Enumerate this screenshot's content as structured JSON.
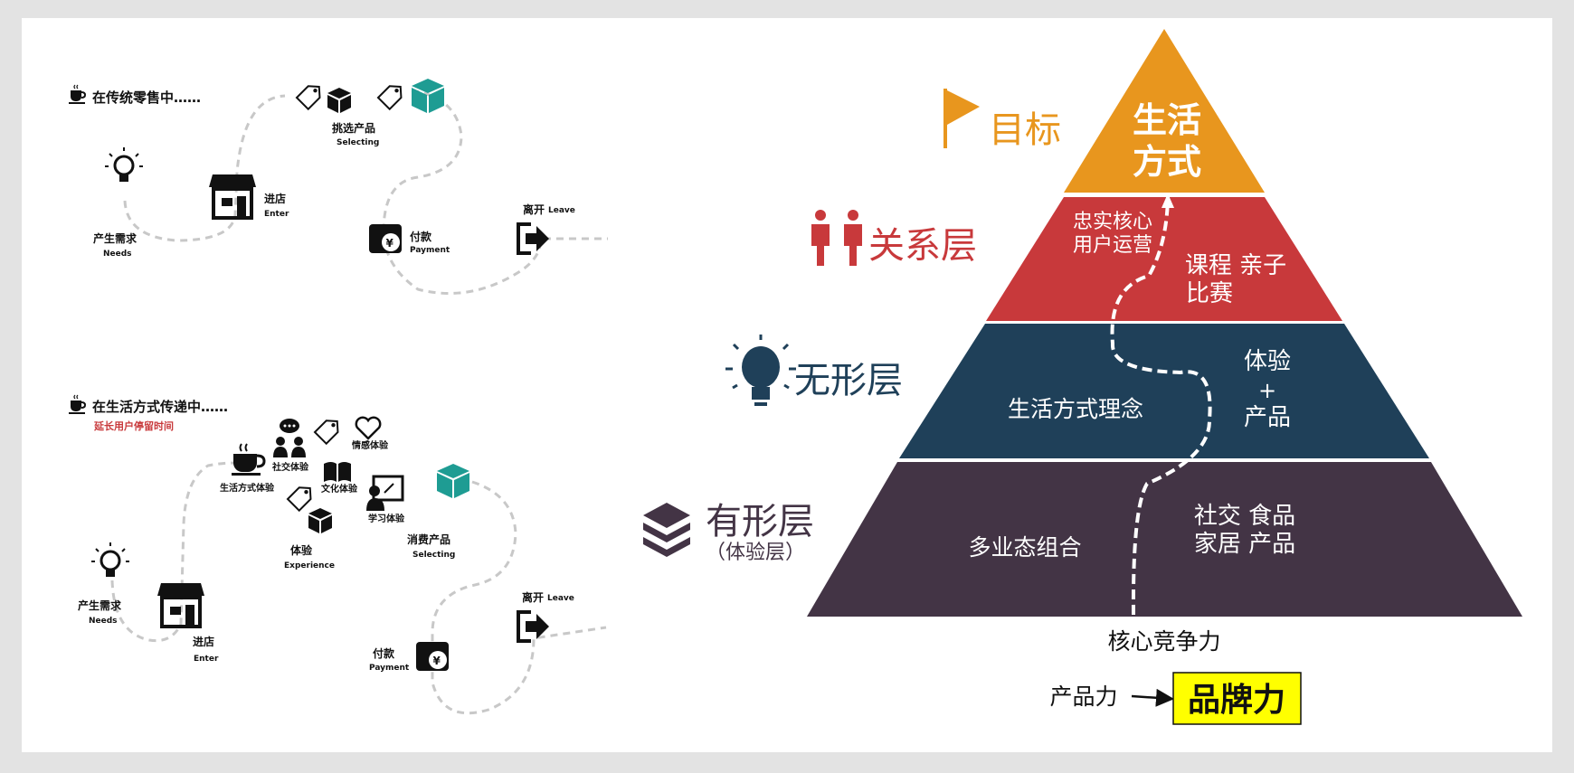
{
  "traditional": {
    "heading": "在传统零售中……",
    "needs_cn": "产生需求",
    "needs_en": "Needs",
    "enter_cn": "进店",
    "enter_en": "Enter",
    "select_cn": "挑选产品",
    "select_en": "Selecting",
    "pay_cn": "付款",
    "pay_en": "Payment",
    "leave_cn": "离开",
    "leave_en": "Leave"
  },
  "lifestyle": {
    "heading": "在生活方式传递中……",
    "subheading": "延长用户停留时间",
    "needs_cn": "产生需求",
    "needs_en": "Needs",
    "enter_cn": "进店",
    "enter_en": "Enter",
    "life_exp": "生活方式体验",
    "social_exp": "社交体验",
    "emotion_exp": "情感体验",
    "culture_exp": "文化体验",
    "learning_exp": "学习体验",
    "exp_cn": "体验",
    "exp_en": "Experience",
    "consume_cn": "消费产品",
    "consume_en": "Selecting",
    "pay_cn": "付款",
    "pay_en": "Payment",
    "leave_cn": "离开",
    "leave_en": "Leave"
  },
  "pyramid": {
    "top_line1": "生活",
    "top_line2": "方式",
    "relation_left_1": "忠实核心",
    "relation_left_2": "用户运营",
    "relation_right_1": "课程 亲子",
    "relation_right_2": "比赛",
    "intangible_left": "生活方式理念",
    "intangible_right_1": "体验",
    "intangible_right_2": "+",
    "intangible_right_3": "产品",
    "tangible_left": "多业态组合",
    "tangible_right_1": "社交  食品",
    "tangible_right_2": "家居  产品",
    "base_label": "核心竞争力",
    "product_power": "产品力",
    "brand_power": "品牌力"
  },
  "layers": {
    "goal": "目标",
    "relation": "关系层",
    "intangible": "无形层",
    "tangible": "有形层",
    "tangible_sub": "（体验层）"
  },
  "colors": {
    "orange": "#E8961E",
    "red": "#C8393B",
    "navy": "#1F4059",
    "plum": "#433445",
    "teal": "#1E9C93",
    "highlight": "#FFFF00"
  }
}
